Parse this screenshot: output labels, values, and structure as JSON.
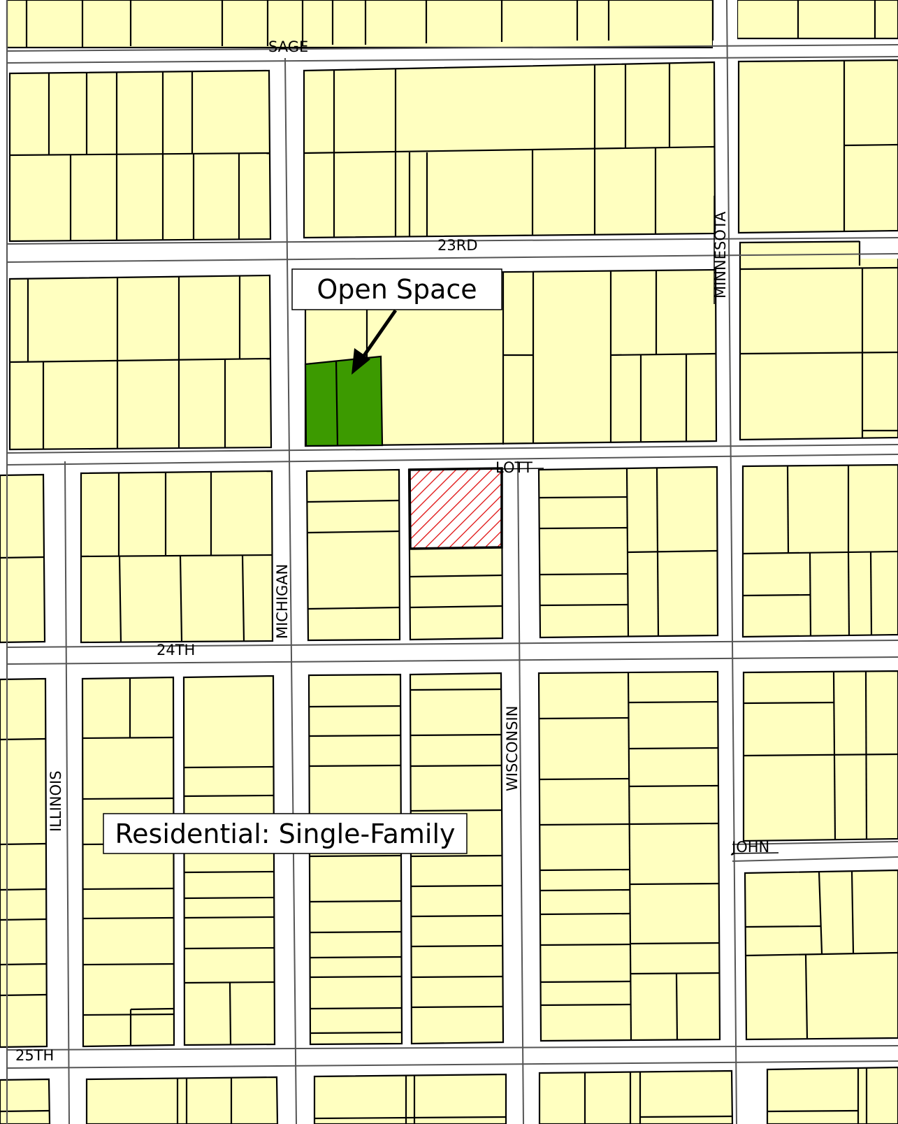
{
  "map": {
    "street_labels": {
      "sage": "SAGE",
      "rd23": "23RD",
      "lott": "LOTT",
      "th24": "24TH",
      "th25": "25TH",
      "john": "JOHN",
      "minnesota": "MINNESOTA",
      "michigan": "MICHIGAN",
      "wisconsin": "WISCONSIN",
      "illinois": "ILLINOIS"
    },
    "callouts": {
      "open_space": "Open Space",
      "residential": "Residential:  Single-Family"
    },
    "colors": {
      "residential_parcel": "#ffffc0",
      "open_space": "#3c9a00",
      "subject_hatch": "#e01010",
      "street": "#ffffff"
    }
  }
}
